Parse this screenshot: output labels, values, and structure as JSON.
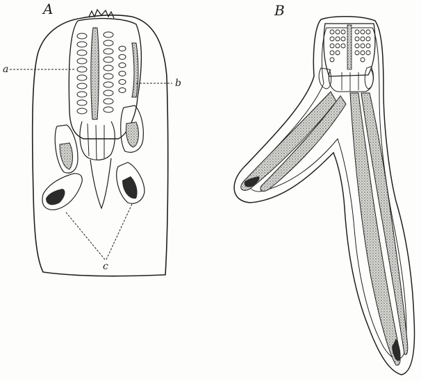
{
  "figure": {
    "panel_a_label": "A",
    "panel_b_label": "B",
    "labels": {
      "a": "a",
      "b": "b",
      "c": "c"
    }
  },
  "colors": {
    "paper": "#fdfdfb",
    "ink": "#1e1e1e",
    "stipple": "#8f8f8f"
  }
}
